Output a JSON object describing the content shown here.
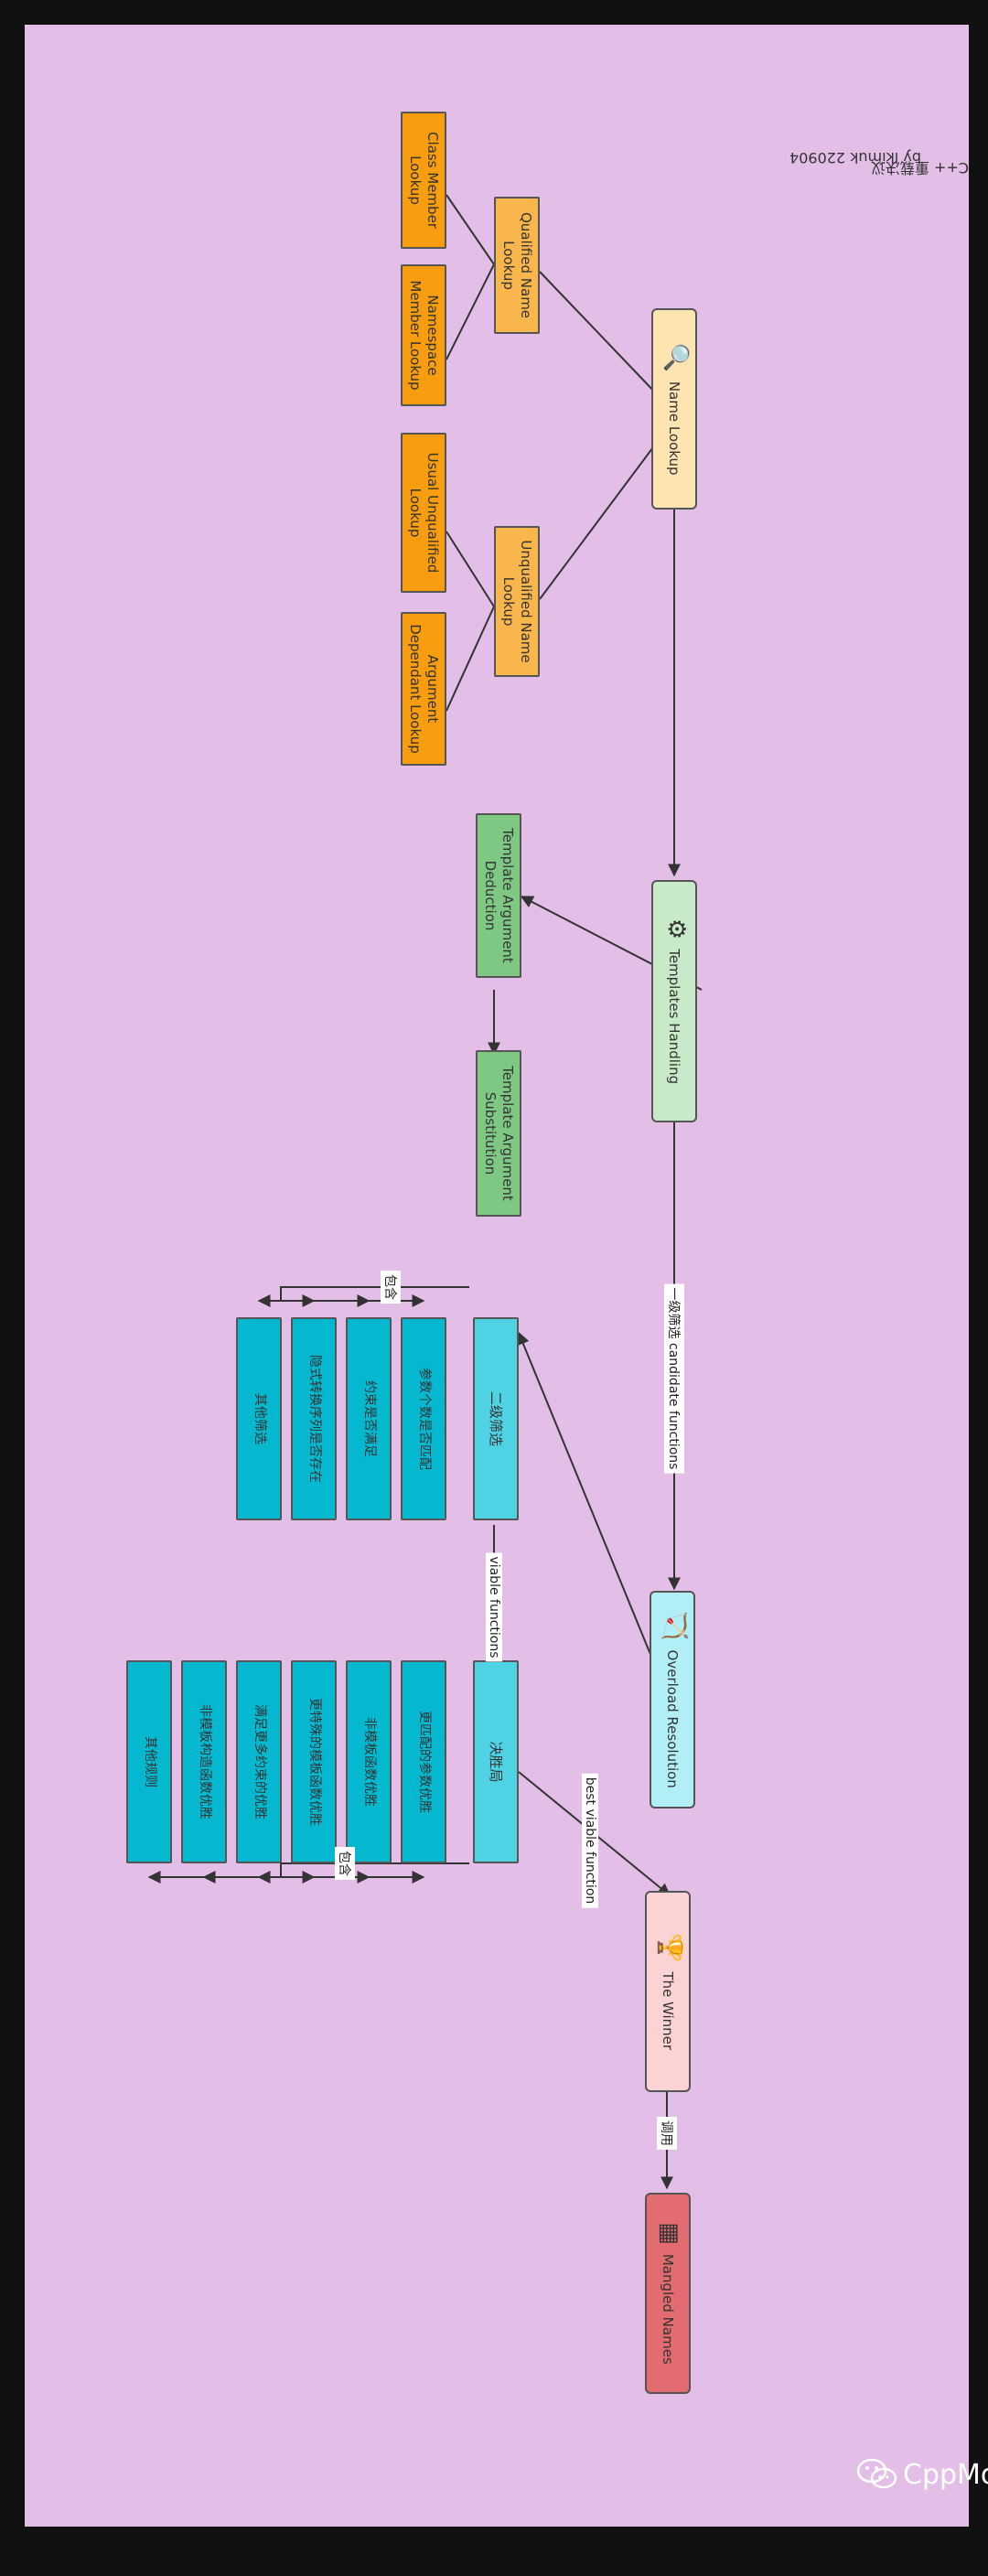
{
  "header": {
    "title": "C++ 重载决议",
    "byline": "by lkimuk 220904"
  },
  "colors": {
    "canvas": "#e3bfe8",
    "name_lookup": "#fde4b0",
    "lookup_level2": "#f9b64d",
    "lookup_level3": "#f79d0f",
    "templates": "#c9eac8",
    "template_steps": "#7fc883",
    "overload": "#b2eef6",
    "overload_stage": "#4fd3e4",
    "overload_items": "#05b8d0",
    "winner": "#fcd3d5",
    "mangled": "#e26c70"
  },
  "nodes": {
    "name_lookup": {
      "label": "Name Lookup",
      "icon": "magnifier-icon"
    },
    "qualified": {
      "label": "Qualified Name Lookup"
    },
    "unqualified": {
      "label": "Unqualified Name Lookup"
    },
    "class_member": {
      "label": "Class Member Lookup"
    },
    "namespace_member": {
      "label": "Namespace Member Lookup"
    },
    "usual_unqualified": {
      "label": "Usual Unqualified Lookup"
    },
    "adl": {
      "label": "Argument Dependant Lookup"
    },
    "templates": {
      "label": "Templates Handling",
      "icon": "gears-icon"
    },
    "tad": {
      "label": "Template Argument Deduction"
    },
    "tas": {
      "label": "Template Argument Substitution"
    },
    "overload": {
      "label": "Overload Resolution",
      "icon": "cupid-icon"
    },
    "second_filter": {
      "label": "二级筛选"
    },
    "filters": [
      "参数个数是否匹配",
      "约束是否满足",
      "隐式转换序列是否存在",
      "其他筛选"
    ],
    "tiebreak": {
      "label": "决胜局"
    },
    "tiebreakers": [
      "更匹配的参数优胜",
      "非模板函数优胜",
      "更特殊的模板函数优胜",
      "满足更多约束的优胜",
      "非模板构造函数优胜",
      "其他规则"
    ],
    "winner": {
      "label": "The Winner",
      "icon": "trophy-icon"
    },
    "mangled": {
      "label": "Mangled Names",
      "icon": "chip-icon"
    }
  },
  "edge_labels": {
    "candidate": "一级筛选 candidate functions",
    "viable": "viable functions",
    "best": "best viable function",
    "contains_top": "包含",
    "contains_bottom": "包含",
    "call": "调用"
  },
  "brand": {
    "name": "CppMore",
    "icon": "wechat-icon"
  }
}
